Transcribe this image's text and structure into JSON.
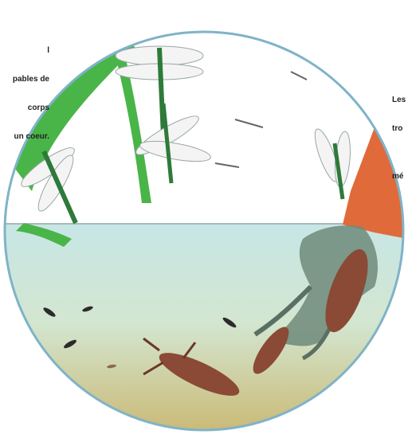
{
  "captions": {
    "left_lines": [
      "l",
      "pables de",
      "corps",
      "un coeur."
    ],
    "right_lines": [
      "Les",
      "tro",
      "",
      "mé"
    ]
  },
  "scene": {
    "subject": "dragonfly-life-cycle",
    "air_color": "#ffffff",
    "water_color": "#bfe0e0",
    "mud_color": "#c9b46a",
    "rim_color": "#7fb3c8",
    "plant_color": "#49b548",
    "rock_color": "#e06a3a",
    "root_color": "#6f8a7a",
    "nymph_color": "#8a4a36"
  },
  "icons": [
    "dragonfly-icon",
    "nymph-icon",
    "larva-icon",
    "reed-icon",
    "root-icon"
  ]
}
